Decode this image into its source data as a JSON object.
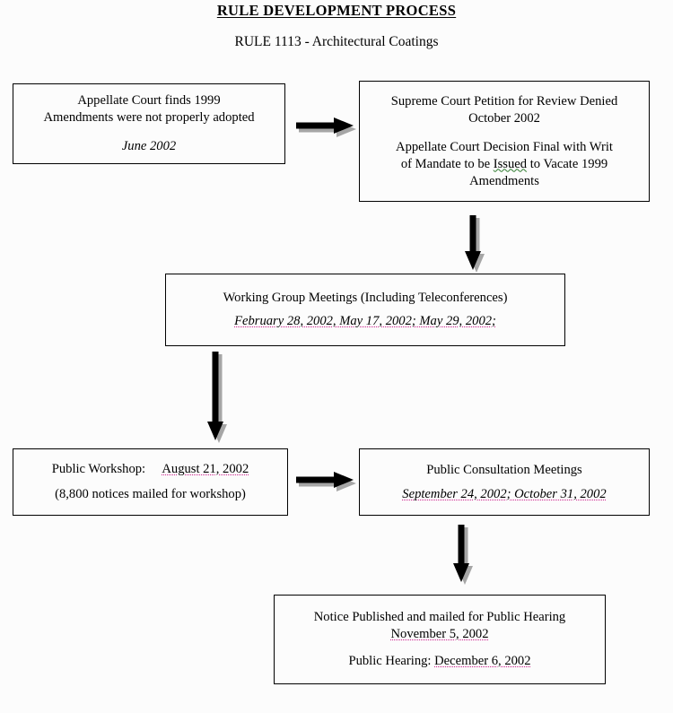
{
  "document": {
    "title": "RULE DEVELOPMENT PROCESS",
    "subtitle": "RULE 1113 - Architectural Coatings"
  },
  "flowchart": {
    "type": "flowchart",
    "orientation": "top-to-bottom, zig-zag",
    "nodes": [
      {
        "id": "appellate-court",
        "lines": [
          "Appellate Court finds 1999",
          "Amendments were not properly adopted",
          "",
          "June 2002"
        ],
        "line1": "Appellate Court finds 1999",
        "line2": "Amendments were not properly adopted",
        "line3": "June 2002"
      },
      {
        "id": "supreme-court",
        "line1": "Supreme Court Petition for Review Denied",
        "line2": "October 2002",
        "line3a": "Appellate Court Decision Final with Writ",
        "line3b": "of Mandate to be ",
        "line3c": "Issued",
        "line3d": " to Vacate 1999",
        "line4": "Amendments"
      },
      {
        "id": "working-group",
        "line1": "Working Group Meetings (Including Teleconferences)",
        "line2": "February 28, 2002, May 17, 2002; May 29, 2002;"
      },
      {
        "id": "public-workshop",
        "line1a": "Public Workshop:",
        "line1b": "August 21, 2002",
        "line2": "(8,800 notices mailed for workshop)"
      },
      {
        "id": "public-consultation",
        "line1": "Public Consultation Meetings",
        "line2": "September 24, 2002; October 31, 2002"
      },
      {
        "id": "notice-published",
        "line1": "Notice Published and mailed for Public Hearing",
        "line2": "November 5, 2002",
        "line3a": "Public Hearing:",
        "line3b": "December 6, 2002"
      }
    ],
    "connectors": [
      {
        "id": "appellate-to-supreme",
        "direction": "right"
      },
      {
        "id": "supreme-to-working-group",
        "direction": "down"
      },
      {
        "id": "working-group-to-workshop",
        "direction": "down"
      },
      {
        "id": "workshop-to-consultation",
        "direction": "right"
      },
      {
        "id": "consultation-to-notice",
        "direction": "down"
      }
    ]
  },
  "colors": {
    "page_background": "#fcfcfc",
    "text": "#000000",
    "box_border": "#000000",
    "arrow": "#000000",
    "arrow_shadow": "#a6a6a6",
    "spellcheck_red": "#cc1f8c",
    "spellcheck_green": "#2d7a2d"
  }
}
